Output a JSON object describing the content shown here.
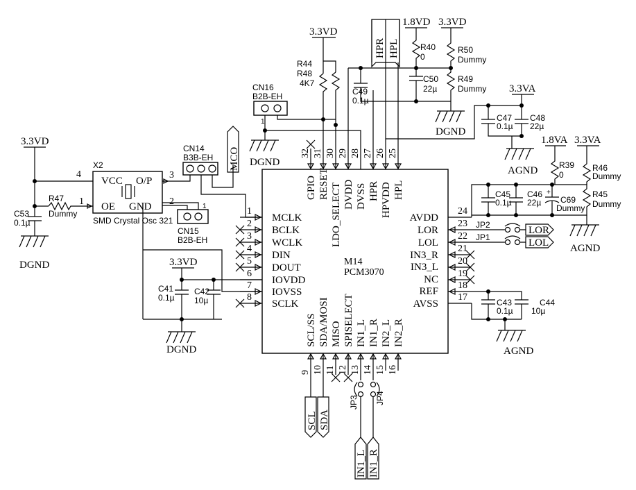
{
  "supplies": {
    "v33vd_top": "3.3VD",
    "v18vd": "1.8VD",
    "v33vd_r50": "3.3VD",
    "v33vd_left": "3.3VD",
    "v33vd_iov": "3.3VD",
    "v33va_top": "3.3VA",
    "v18va": "1.8VA",
    "v33va_right": "3.3VA"
  },
  "grounds": {
    "dgnd_left": "DGND",
    "dgnd_cn16": "DGND",
    "dgnd_top": "DGND",
    "dgnd_iov": "DGND",
    "agnd_c47": "AGND",
    "agnd_r45": "AGND",
    "agnd_c43": "AGND"
  },
  "ic": {
    "ref": "M14",
    "part": "PCM3070",
    "left_pins": [
      {
        "num": "1",
        "name": "MCLK"
      },
      {
        "num": "2",
        "name": "BCLK"
      },
      {
        "num": "3",
        "name": "WCLK"
      },
      {
        "num": "4",
        "name": "DIN"
      },
      {
        "num": "5",
        "name": "DOUT"
      },
      {
        "num": "6",
        "name": "IOVDD"
      },
      {
        "num": "7",
        "name": "IOVSS"
      },
      {
        "num": "8",
        "name": "SCLK"
      }
    ],
    "right_pins": [
      {
        "num": "24",
        "name": "AVDD"
      },
      {
        "num": "23",
        "name": "LOR"
      },
      {
        "num": "22",
        "name": "LOL"
      },
      {
        "num": "21",
        "name": "IN3_R"
      },
      {
        "num": "20",
        "name": "IN3_L"
      },
      {
        "num": "19",
        "name": "NC"
      },
      {
        "num": "18",
        "name": "REF"
      },
      {
        "num": "17",
        "name": "AVSS"
      }
    ],
    "top_pins": [
      {
        "num": "32",
        "name": "GPIO"
      },
      {
        "num": "31",
        "name": "RESET"
      },
      {
        "num": "30",
        "name": "LDO_SELECT"
      },
      {
        "num": "29",
        "name": "DVDD"
      },
      {
        "num": "28",
        "name": "DVSS"
      },
      {
        "num": "27",
        "name": "HPR"
      },
      {
        "num": "26",
        "name": "HPVDD"
      },
      {
        "num": "25",
        "name": "HPL"
      }
    ],
    "bottom_pins": [
      {
        "num": "9",
        "name": "SCL/SS"
      },
      {
        "num": "10",
        "name": "SDA/MOSI"
      },
      {
        "num": "11",
        "name": "MISO"
      },
      {
        "num": "12",
        "name": "SPISELECT"
      },
      {
        "num": "13",
        "name": "IN1_L"
      },
      {
        "num": "14",
        "name": "IN1_R"
      },
      {
        "num": "15",
        "name": "IN2_L"
      },
      {
        "num": "16",
        "name": "IN2_R"
      }
    ]
  },
  "oscillator": {
    "ref": "X2",
    "desc": "SMD Crystal Osc 321",
    "vcc": "VCC",
    "op": "O/P",
    "oe": "OE",
    "gnd": "GND",
    "pin4": "4",
    "pin3": "3",
    "pin1": "1",
    "pin2": "2"
  },
  "connectors": {
    "cn14": {
      "ref": "CN14",
      "type": "B3B-EH"
    },
    "cn15": {
      "ref": "CN15",
      "type": "B2B-EH"
    },
    "cn16": {
      "ref": "CN16",
      "type": "B2B-EH"
    },
    "pin1_mark": "1"
  },
  "components": {
    "r44": "R44",
    "r48": "R48",
    "r44_value": "4K7",
    "r47": "R47",
    "r47_value": "Dummy",
    "c53": "C53",
    "c53_value": "0.1µ",
    "r40": "R40",
    "r40_value": "0",
    "r50": "R50",
    "r50_value": "Dummy",
    "c50": "C50",
    "c50_value": "22µ",
    "r49": "R49",
    "r49_value": "Dummy",
    "c49": "C49",
    "c49_value": "0.1µ",
    "c47": "C47",
    "c47_value": "0.1µ",
    "c48": "C48",
    "c48_value": "22µ",
    "r39": "R39",
    "r39_value": "0",
    "r46": "R46",
    "r46_value": "Dummy",
    "r45": "R45",
    "r45_value": "Dummy",
    "c45": "C45",
    "c45_value": "0.1µ",
    "c46": "C46",
    "c46_value": "22µ",
    "c69": "C69",
    "c69_value": "Dummy",
    "c41": "C41",
    "c41_value": "0.1µ",
    "c42": "C42",
    "c42_value": "10µ",
    "c43": "C43",
    "c43_value": "0.1µ",
    "c44": "C44",
    "c44_value": "10µ",
    "jp1": "JP1",
    "jp2": "JP2",
    "jp3": "JP3",
    "jp4": "JP4"
  },
  "net_labels": {
    "mco": "MCO",
    "hpr": "HPR",
    "hpl": "HPL",
    "lor": "LOR",
    "lol": "LOL",
    "scl": "SCL",
    "sda": "SDA",
    "in1_l": "IN1_L",
    "in1_r": "IN1_R"
  }
}
